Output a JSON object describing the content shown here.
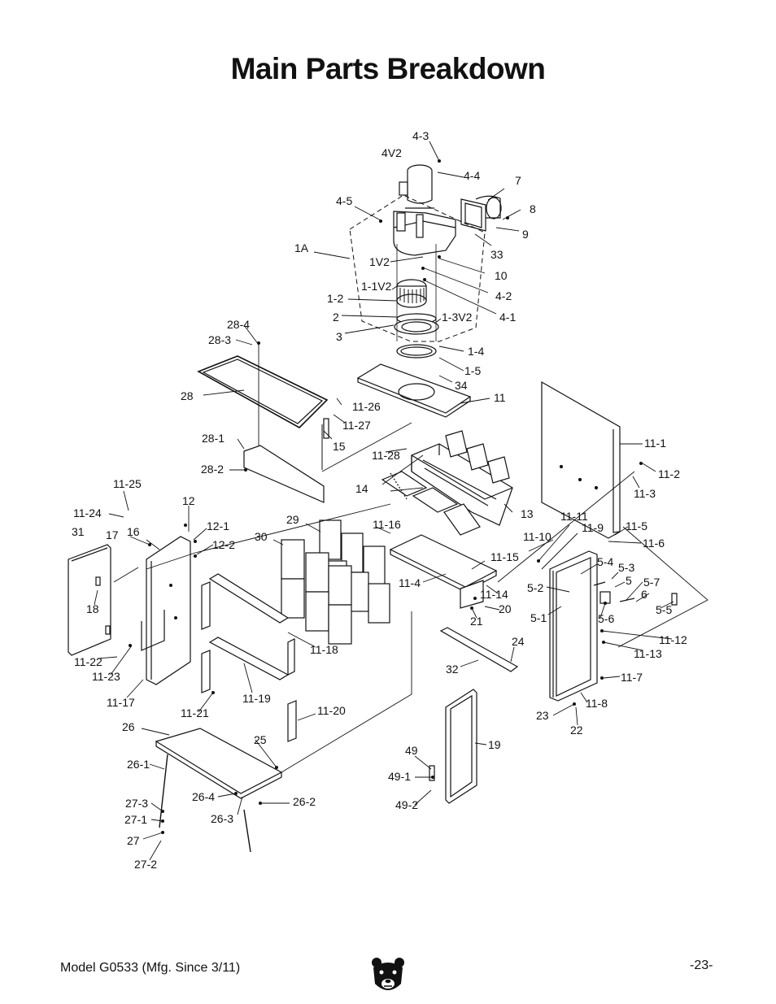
{
  "page": {
    "title": "Main Parts Breakdown",
    "footer_model": "Model G0533 (Mfg. Since 3/11)",
    "page_number": "-23-"
  },
  "labels": [
    {
      "id": "4-3",
      "text": "4-3"
    },
    {
      "id": "4V2",
      "text": "4V2"
    },
    {
      "id": "4-4",
      "text": "4-4"
    },
    {
      "id": "7",
      "text": "7"
    },
    {
      "id": "4-5",
      "text": "4-5"
    },
    {
      "id": "8",
      "text": "8"
    },
    {
      "id": "9",
      "text": "9"
    },
    {
      "id": "1A",
      "text": "1A"
    },
    {
      "id": "33",
      "text": "33"
    },
    {
      "id": "1V2",
      "text": "1V2"
    },
    {
      "id": "10",
      "text": "10"
    },
    {
      "id": "1-1V2",
      "text": "1-1V2"
    },
    {
      "id": "4-2",
      "text": "4-2"
    },
    {
      "id": "1-2",
      "text": "1-2"
    },
    {
      "id": "2",
      "text": "2"
    },
    {
      "id": "1-3V2",
      "text": "1-3V2"
    },
    {
      "id": "4-1",
      "text": "4-1"
    },
    {
      "id": "28-4",
      "text": "28-4"
    },
    {
      "id": "3",
      "text": "3"
    },
    {
      "id": "28-3",
      "text": "28-3"
    },
    {
      "id": "1-4",
      "text": "1-4"
    },
    {
      "id": "1-5",
      "text": "1-5"
    },
    {
      "id": "34",
      "text": "34"
    },
    {
      "id": "28",
      "text": "28"
    },
    {
      "id": "11",
      "text": "11"
    },
    {
      "id": "11-26",
      "text": "11-26"
    },
    {
      "id": "11-27",
      "text": "11-27"
    },
    {
      "id": "28-1",
      "text": "28-1"
    },
    {
      "id": "15",
      "text": "15"
    },
    {
      "id": "11-1",
      "text": "11-1"
    },
    {
      "id": "11-28",
      "text": "11-28"
    },
    {
      "id": "28-2",
      "text": "28-2"
    },
    {
      "id": "11-2",
      "text": "11-2"
    },
    {
      "id": "11-25",
      "text": "11-25"
    },
    {
      "id": "14",
      "text": "14"
    },
    {
      "id": "11-3",
      "text": "11-3"
    },
    {
      "id": "12",
      "text": "12"
    },
    {
      "id": "11-24",
      "text": "11-24"
    },
    {
      "id": "13",
      "text": "13"
    },
    {
      "id": "29",
      "text": "29"
    },
    {
      "id": "11-11",
      "text": "11-11"
    },
    {
      "id": "12-1",
      "text": "12-1"
    },
    {
      "id": "11-16",
      "text": "11-16"
    },
    {
      "id": "11-9",
      "text": "11-9"
    },
    {
      "id": "11-5",
      "text": "11-5"
    },
    {
      "id": "31",
      "text": "31"
    },
    {
      "id": "17",
      "text": "17"
    },
    {
      "id": "16",
      "text": "16"
    },
    {
      "id": "30",
      "text": "30"
    },
    {
      "id": "11-10",
      "text": "11-10"
    },
    {
      "id": "12-2",
      "text": "12-2"
    },
    {
      "id": "11-6",
      "text": "11-6"
    },
    {
      "id": "11-15",
      "text": "11-15"
    },
    {
      "id": "5-4",
      "text": "5-4"
    },
    {
      "id": "5-3",
      "text": "5-3"
    },
    {
      "id": "11-4",
      "text": "11-4"
    },
    {
      "id": "5",
      "text": "5"
    },
    {
      "id": "5-7",
      "text": "5-7"
    },
    {
      "id": "5-2",
      "text": "5-2"
    },
    {
      "id": "11-14",
      "text": "11-14"
    },
    {
      "id": "6",
      "text": "6"
    },
    {
      "id": "18",
      "text": "18"
    },
    {
      "id": "20",
      "text": "20"
    },
    {
      "id": "5-5",
      "text": "5-5"
    },
    {
      "id": "5-1",
      "text": "5-1"
    },
    {
      "id": "21",
      "text": "21"
    },
    {
      "id": "5-6",
      "text": "5-6"
    },
    {
      "id": "11-12",
      "text": "11-12"
    },
    {
      "id": "11-18",
      "text": "11-18"
    },
    {
      "id": "24",
      "text": "24"
    },
    {
      "id": "11-13",
      "text": "11-13"
    },
    {
      "id": "11-22",
      "text": "11-22"
    },
    {
      "id": "32",
      "text": "32"
    },
    {
      "id": "11-23",
      "text": "11-23"
    },
    {
      "id": "11-7",
      "text": "11-7"
    },
    {
      "id": "11-19",
      "text": "11-19"
    },
    {
      "id": "11-17",
      "text": "11-17"
    },
    {
      "id": "11-8",
      "text": "11-8"
    },
    {
      "id": "11-20",
      "text": "11-20"
    },
    {
      "id": "11-21",
      "text": "11-21"
    },
    {
      "id": "23",
      "text": "23"
    },
    {
      "id": "26",
      "text": "26"
    },
    {
      "id": "22",
      "text": "22"
    },
    {
      "id": "25",
      "text": "25"
    },
    {
      "id": "19",
      "text": "19"
    },
    {
      "id": "49",
      "text": "49"
    },
    {
      "id": "26-1",
      "text": "26-1"
    },
    {
      "id": "49-1",
      "text": "49-1"
    },
    {
      "id": "26-4",
      "text": "26-4"
    },
    {
      "id": "26-2",
      "text": "26-2"
    },
    {
      "id": "27-3",
      "text": "27-3"
    },
    {
      "id": "49-2",
      "text": "49-2"
    },
    {
      "id": "27-1",
      "text": "27-1"
    },
    {
      "id": "26-3",
      "text": "26-3"
    },
    {
      "id": "27",
      "text": "27"
    },
    {
      "id": "27-2",
      "text": "27-2"
    }
  ]
}
